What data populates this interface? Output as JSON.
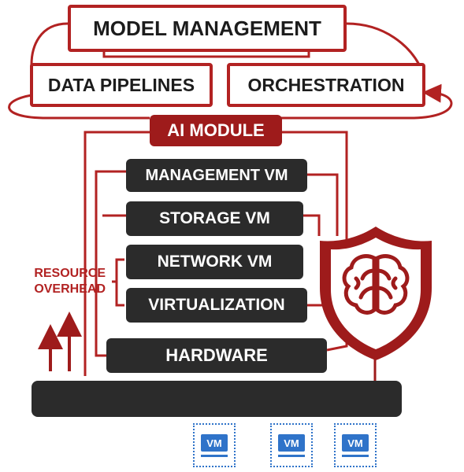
{
  "top": {
    "model_management": "MODEL MANAGEMENT",
    "data_pipelines": "DATA PIPELINES",
    "orchestration": "ORCHESTRATION"
  },
  "ai_module": "AI MODULE",
  "stack": [
    "MANAGEMENT VM",
    "STORAGE VM",
    "NETWORK VM",
    "VIRTUALIZATION",
    "HARDWARE"
  ],
  "resource_overhead": {
    "line1": "RESOURCE",
    "line2": "OVERHEAD"
  },
  "vms": [
    "VM",
    "VM",
    "VM"
  ],
  "colors": {
    "accent_red": "#b22222",
    "dark_red": "#9e1b1b",
    "dark_gray": "#2b2b2b",
    "vm_blue": "#2f73c9"
  },
  "icons": [
    "shield-icon",
    "brain-icon"
  ]
}
